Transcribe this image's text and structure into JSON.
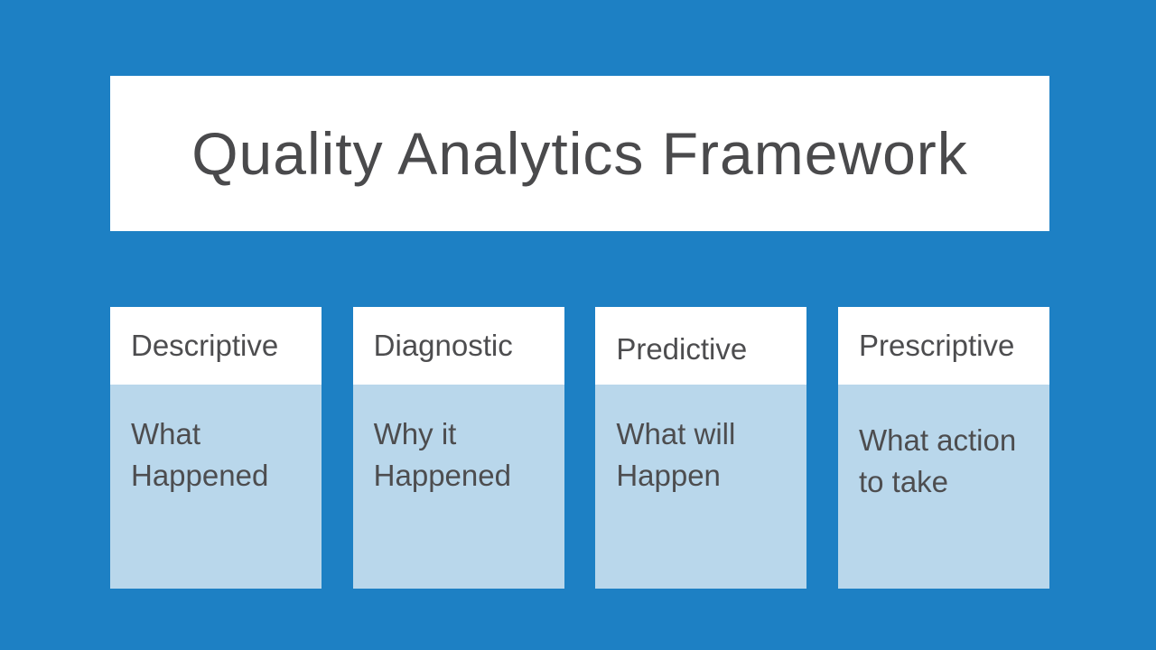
{
  "slide": {
    "title": "Quality Analytics Framework"
  },
  "columns": [
    {
      "heading": "Descriptive",
      "body": "What Happened"
    },
    {
      "heading": "Diagnostic",
      "body": "Why it Happened"
    },
    {
      "heading": "Predictive",
      "body": "What will Happen"
    },
    {
      "heading": "Prescriptive",
      "body": "What action to take"
    }
  ],
  "colors": {
    "background": "#1d80c4",
    "title_box": "#ffffff",
    "card_header": "#ffffff",
    "card_body": "#b9d7eb",
    "text": "#4d4d4f",
    "title_text": "#4a4a4c"
  }
}
